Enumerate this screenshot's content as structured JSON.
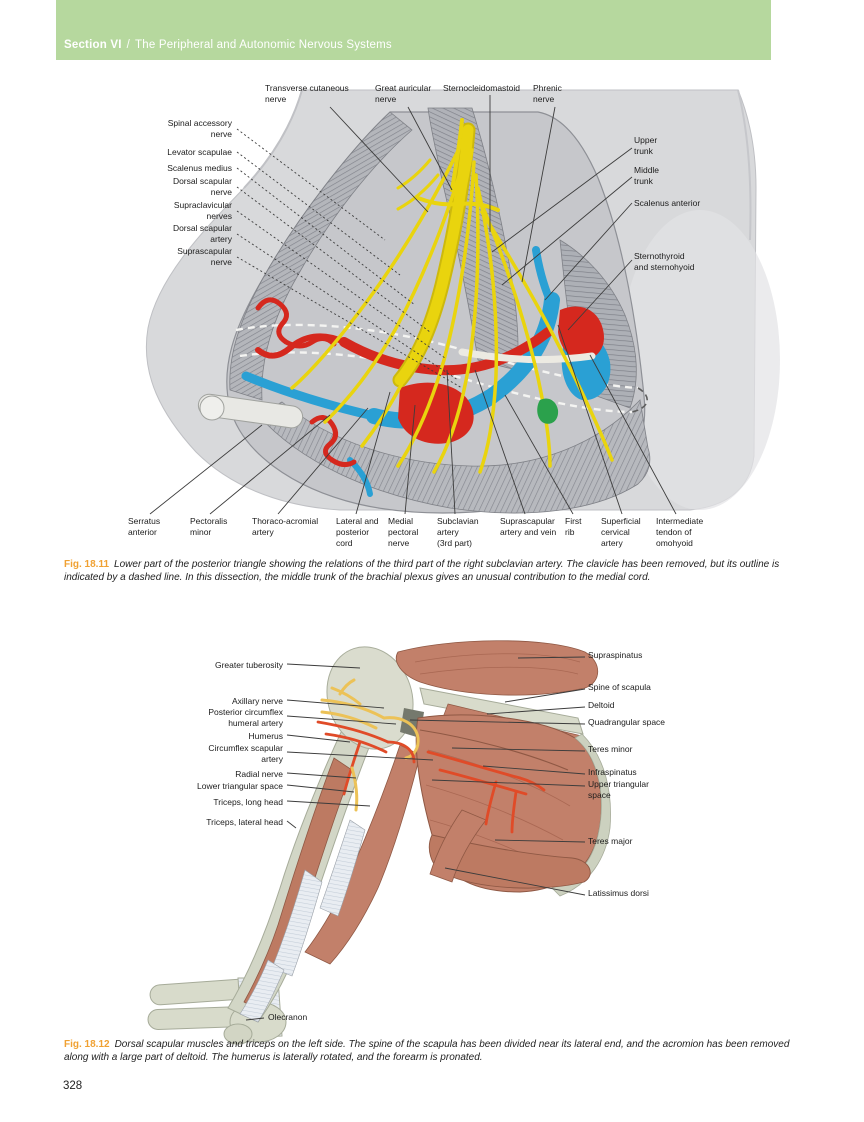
{
  "header": {
    "section_label": "Section VI",
    "divider": "/",
    "title": "The Peripheral and Autonomic Nervous Systems"
  },
  "page_number": "328",
  "figure1": {
    "tag": "Fig. 18.11",
    "caption": "Lower part of the posterior triangle showing the relations of the third part of the right subclavian artery. The clavicle has been removed, but its outline is indicated by a dashed line. In this dissection, the middle trunk of the brachial plexus gives an unusual contribution to the medial cord.",
    "labels": {
      "top": [
        "Transverse cutaneous\nnerve",
        "Great auricular\nnerve",
        "Sternocleidomastoid",
        "Phrenic\nnerve"
      ],
      "left": [
        "Spinal accessory\nnerve",
        "Levator scapulae",
        "Scalenus medius",
        "Dorsal scapular\nnerve",
        "Supraclavicular\nnerves",
        "Dorsal scapular\nartery",
        "Suprascapular\nnerve"
      ],
      "right": [
        "Upper\ntrunk",
        "Middle\ntrunk",
        "Scalenus anterior",
        "Sternothyroid\nand sternohyoid"
      ],
      "bottom": [
        "Serratus\nanterior",
        "Pectoralis\nminor",
        "Thoraco-acromial\nartery",
        "Lateral and\nposterior\ncord",
        "Medial\npectoral\nnerve",
        "Subclavian\nartery\n(3rd part)",
        "Suprascapular\nartery and vein",
        "First\nrib",
        "Superficial\ncervical\nartery",
        "Intermediate\ntendon of\nomohyoid"
      ]
    }
  },
  "figure2": {
    "tag": "Fig. 18.12",
    "caption": "Dorsal scapular muscles and triceps on the left side. The spine of the scapula has been divided near its lateral end, and the acromion has been removed along with a large part of deltoid. The humerus is laterally rotated, and the forearm is pronated.",
    "labels": {
      "left": [
        "Greater tuberosity",
        "Axillary nerve",
        "Posterior circumflex\nhumeral artery",
        "Humerus",
        "Circumflex scapular\nartery",
        "Radial nerve",
        "Lower triangular space",
        "Triceps, long head",
        "Triceps, lateral head",
        "Olecranon"
      ],
      "right": [
        "Supraspinatus",
        "Spine of scapula",
        "Deltoid",
        "Quadrangular space",
        "Teres minor",
        "Infraspinatus",
        "Upper triangular\nspace",
        "Teres major",
        "Latissimus dorsi"
      ]
    }
  },
  "colors": {
    "header_bg": "#b6d89e",
    "caption_tag": "#f0a132",
    "nerve_yellow": "#e9d40e",
    "artery_red": "#d5281e",
    "vein_blue": "#2aa0d4",
    "muscle_brown": "#c2806a",
    "bone_beige": "#d8dbcb",
    "dissection_gray": "#c6c7cb"
  }
}
